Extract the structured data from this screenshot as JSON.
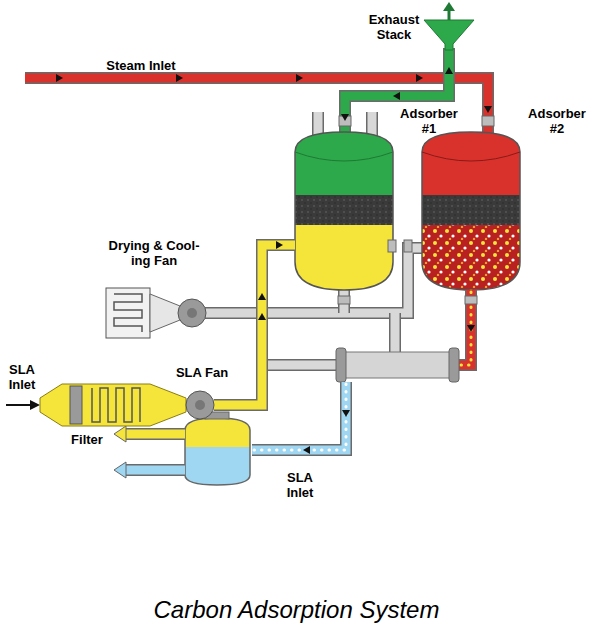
{
  "diagram": {
    "caption": "Carbon Adsorption System",
    "labels": [
      "Exhaust Stack",
      "Steam Inlet",
      "Adsorber #1",
      "Adsorber #2",
      "Drying & Cool- ing Fan",
      "SLA Fan",
      "SLA Inlet",
      "Filter",
      "SLA Inlet"
    ]
  }
}
